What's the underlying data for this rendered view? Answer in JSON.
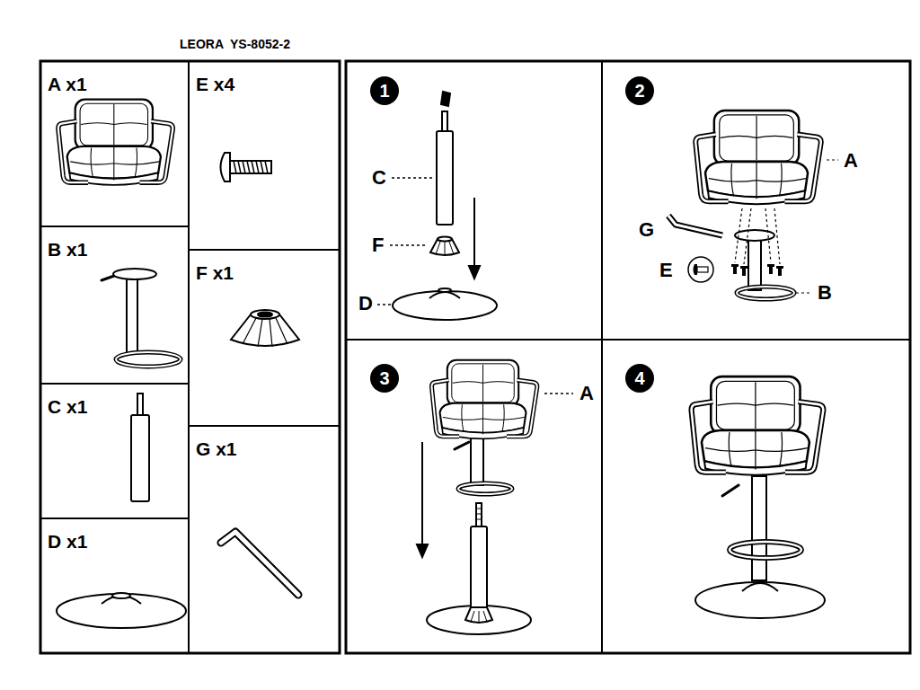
{
  "diagram": {
    "title": "LEORA  YS-8052-2",
    "nodes": [
      {
        "text": [
          "A x1"
        ]
      },
      {
        "text": [
          "B x1"
        ]
      },
      {
        "text": [
          "C x1"
        ]
      },
      {
        "text": [
          "D x1"
        ]
      },
      {
        "text": [
          "E x4"
        ]
      },
      {
        "text": [
          "F x1"
        ]
      },
      {
        "text": [
          "G x1"
        ]
      },
      {
        "text": [
          "1"
        ]
      },
      {
        "text": [
          "2"
        ]
      },
      {
        "text": [
          "3"
        ]
      },
      {
        "text": [
          "4"
        ]
      }
    ],
    "labels": [
      "C",
      "F",
      "D",
      "A",
      "G",
      "E",
      "B",
      "A"
    ]
  }
}
